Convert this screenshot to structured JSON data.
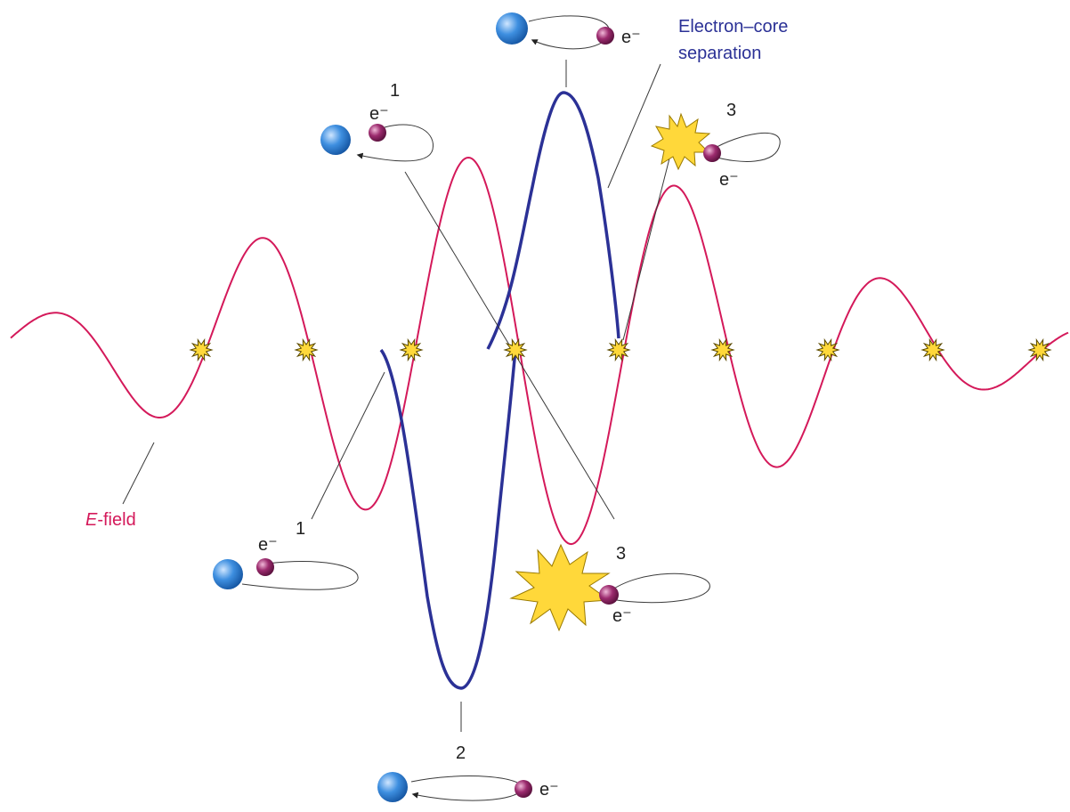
{
  "labels": {
    "efield_italic": "E",
    "efield_rest": "-field",
    "separation_line1": "Electron–core",
    "separation_line2": "separation",
    "electron": "e⁻",
    "step1": "1",
    "step2": "2",
    "step3": "3"
  },
  "colors": {
    "efield": "#d4195a",
    "separation": "#2b3196",
    "label_text": "#222222",
    "nucleus": "#1f6fc4",
    "electron": "#8a2160",
    "burst": "#ffd83a",
    "burst_outline": "#9a7a00"
  },
  "icons": [
    "blue-nucleus-icon",
    "electron-icon",
    "return-arrow-icon",
    "recollision-burst-icon"
  ]
}
